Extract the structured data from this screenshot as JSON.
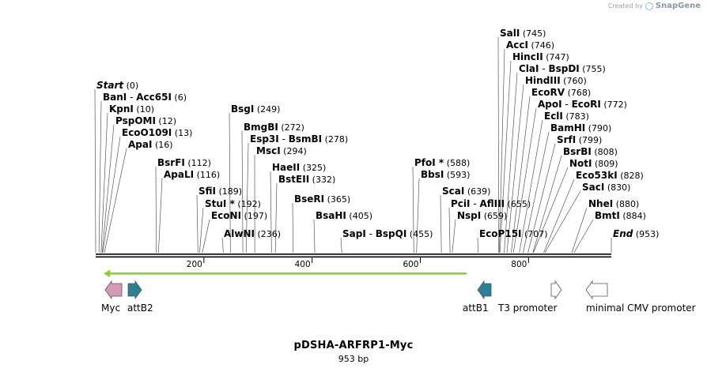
{
  "credit": {
    "text": "Created by",
    "brand": "SnapGene"
  },
  "plasmid": {
    "name": "pDSHA-ARFRP1-Myc",
    "size_label": "953 bp",
    "length": 953
  },
  "ruler": {
    "ticks": [
      200,
      400,
      600,
      800
    ]
  },
  "sites": [
    {
      "name": "Start",
      "pos": 0,
      "label": "(0)",
      "italic": true
    },
    {
      "name": "BanI",
      "name2": "Acc65I",
      "pos": 6,
      "label": "(6)"
    },
    {
      "name": "KpnI",
      "pos": 10,
      "label": "(10)"
    },
    {
      "name": "PspOMI",
      "pos": 12,
      "label": "(12)"
    },
    {
      "name": "EcoO109I",
      "pos": 13,
      "label": "(13)"
    },
    {
      "name": "ApaI",
      "pos": 16,
      "label": "(16)"
    },
    {
      "name": "BsrFI",
      "pos": 112,
      "label": "(112)"
    },
    {
      "name": "ApaLI",
      "pos": 116,
      "label": "(116)"
    },
    {
      "name": "SfiI",
      "pos": 189,
      "label": "(189)"
    },
    {
      "name": "StuI *",
      "pos": 192,
      "label": "(192)"
    },
    {
      "name": "EcoNI",
      "pos": 197,
      "label": "(197)"
    },
    {
      "name": "AlwNI",
      "pos": 236,
      "label": "(236)"
    },
    {
      "name": "BsgI",
      "pos": 249,
      "label": "(249)"
    },
    {
      "name": "BmgBI",
      "pos": 272,
      "label": "(272)"
    },
    {
      "name": "Esp3I",
      "name2": "BsmBI",
      "pos": 278,
      "label": "(278)"
    },
    {
      "name": "MscI",
      "pos": 294,
      "label": "(294)"
    },
    {
      "name": "HaeII",
      "pos": 325,
      "label": "(325)"
    },
    {
      "name": "BstEII",
      "pos": 332,
      "label": "(332)"
    },
    {
      "name": "BseRI",
      "pos": 365,
      "label": "(365)"
    },
    {
      "name": "BsaHI",
      "pos": 405,
      "label": "(405)"
    },
    {
      "name": "SapI",
      "name2": "BspQI",
      "pos": 455,
      "label": "(455)"
    },
    {
      "name": "PfoI *",
      "pos": 588,
      "label": "(588)"
    },
    {
      "name": "BbsI",
      "pos": 593,
      "label": "(593)"
    },
    {
      "name": "ScaI",
      "pos": 639,
      "label": "(639)"
    },
    {
      "name": "PciI",
      "name2": "AflIII",
      "pos": 655,
      "label": "(655)"
    },
    {
      "name": "NspI",
      "pos": 659,
      "label": "(659)"
    },
    {
      "name": "EcoP15I",
      "pos": 707,
      "label": "(707)"
    },
    {
      "name": "SalI",
      "pos": 745,
      "label": "(745)"
    },
    {
      "name": "AccI",
      "pos": 746,
      "label": "(746)"
    },
    {
      "name": "HincII",
      "pos": 747,
      "label": "(747)"
    },
    {
      "name": "ClaI",
      "name2": "BspDI",
      "pos": 755,
      "label": "(755)"
    },
    {
      "name": "HindIII",
      "pos": 760,
      "label": "(760)"
    },
    {
      "name": "EcoRV",
      "pos": 768,
      "label": "(768)"
    },
    {
      "name": "ApoI",
      "name2": "EcoRI",
      "pos": 772,
      "label": "(772)"
    },
    {
      "name": "EclI",
      "pos": 783,
      "label": "(783)"
    },
    {
      "name": "BamHI",
      "pos": 790,
      "label": "(790)"
    },
    {
      "name": "SrfI",
      "pos": 799,
      "label": "(799)"
    },
    {
      "name": "BsrBI",
      "pos": 808,
      "label": "(808)"
    },
    {
      "name": "NotI",
      "pos": 809,
      "label": "(809)"
    },
    {
      "name": "Eco53kI",
      "pos": 828,
      "label": "(828)"
    },
    {
      "name": "SacI",
      "pos": 830,
      "label": "(830)"
    },
    {
      "name": "NheI",
      "pos": 880,
      "label": "(880)"
    },
    {
      "name": "BmtI",
      "pos": 884,
      "label": "(884)"
    },
    {
      "name": "End",
      "pos": 953,
      "label": "(953)",
      "italic": true
    }
  ],
  "features": [
    {
      "name": "Myc",
      "type": "arrow-left",
      "color": "#d49ab7"
    },
    {
      "name": "attB2",
      "type": "arrow-right",
      "color": "#2e7f96"
    },
    {
      "name": "attB1",
      "type": "arrow-left",
      "color": "#2e7f96"
    },
    {
      "name": "T3 promoter",
      "type": "arrow-right",
      "color": "#ffffff"
    },
    {
      "name": "minimal CMV promoter",
      "type": "arrow-left",
      "color": "#ffffff"
    }
  ],
  "orf": {
    "color": "#8fcf2f",
    "direction": "left"
  }
}
